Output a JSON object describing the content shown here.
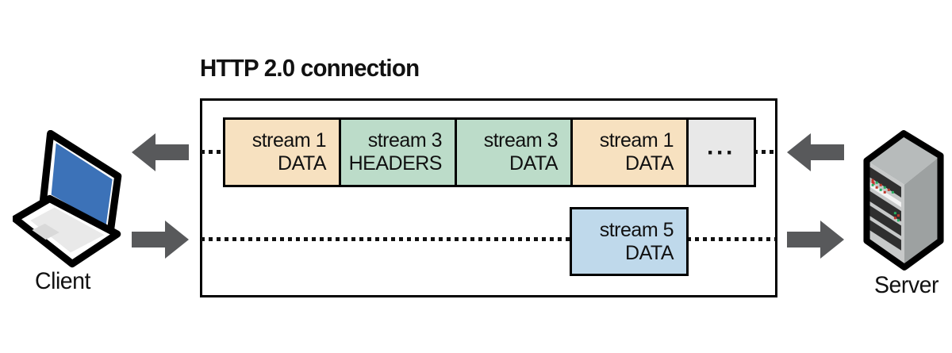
{
  "figure": {
    "title": "HTTP 2.0 connection",
    "client_label": "Client",
    "server_label": "Server",
    "frames_row1": [
      {
        "line1": "stream 1",
        "line2": "DATA",
        "color": "#f7e1c0"
      },
      {
        "line1": "stream 3",
        "line2": "HEADERS",
        "color": "#bcdcc9"
      },
      {
        "line1": "stream 3",
        "line2": "DATA",
        "color": "#bcdcc9"
      },
      {
        "line1": "stream 1",
        "line2": "DATA",
        "color": "#f7e1c0"
      },
      {
        "line1": "···",
        "line2": "",
        "color": "#e8e8e8"
      }
    ],
    "frame_row2": {
      "line1": "stream 5",
      "line2": "DATA",
      "color": "#bfd9eb"
    },
    "colors": {
      "arrow": "#58595b",
      "outline": "#000000",
      "laptop_screen": "#3c72b8",
      "frame_tan": "#f7e1c0",
      "frame_green": "#bcdcc9",
      "frame_blue": "#bfd9eb",
      "frame_gray": "#e8e8e8"
    }
  }
}
